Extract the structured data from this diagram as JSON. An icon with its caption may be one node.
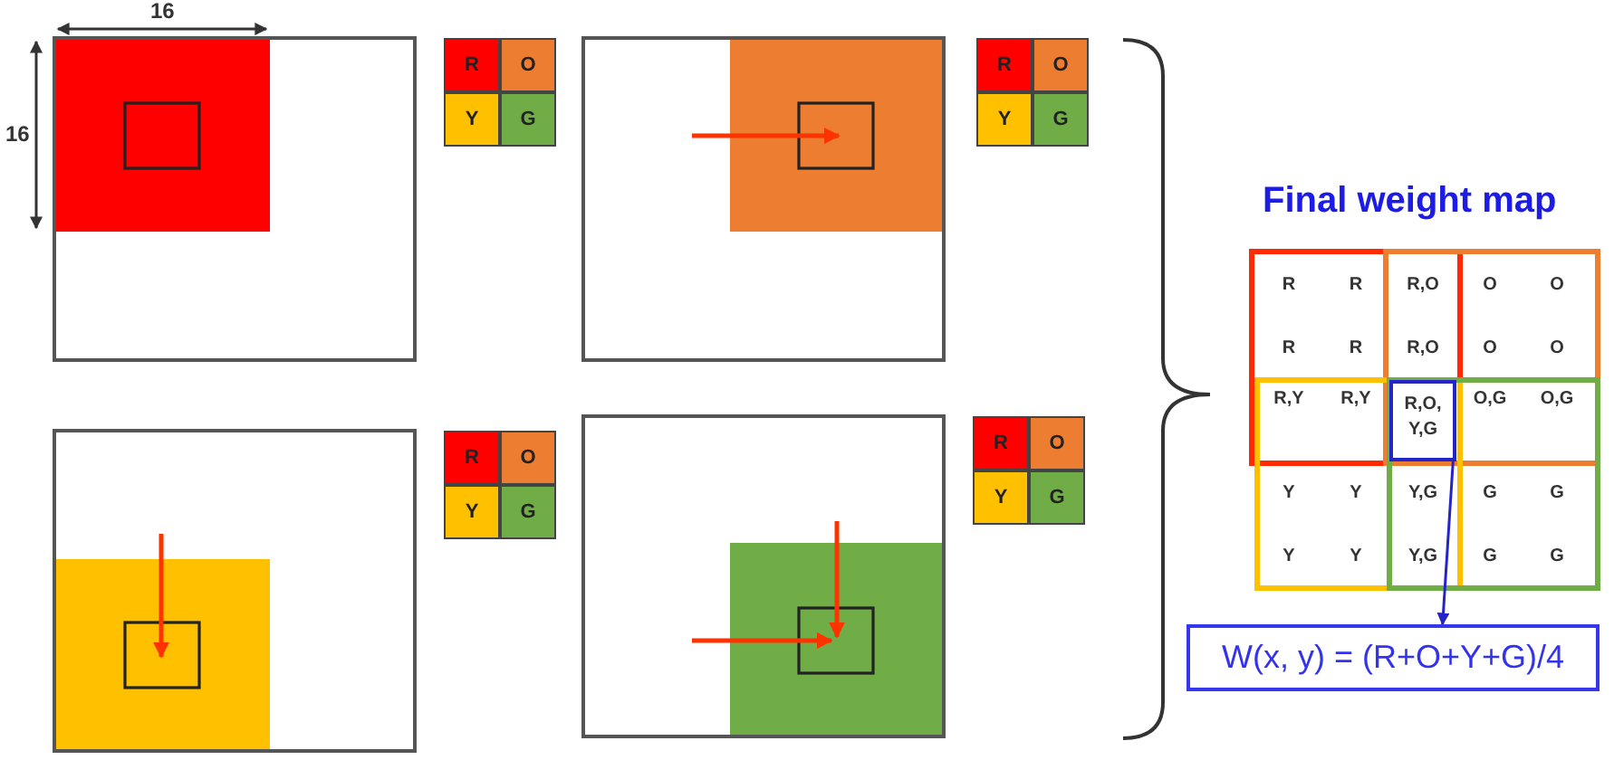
{
  "diagram": {
    "nodes": [
      {
        "text": [
          "R,O, Y,G"
        ]
      },
      {
        "text": [
          "W(x, y) = (R+O+Y+G)/4"
        ]
      }
    ],
    "edges": [
      {
        "from": 0,
        "to": 1,
        "arrow": "to"
      }
    ],
    "labels": [
      "16",
      "16",
      "R",
      "O",
      "Y",
      "G",
      "R",
      "O",
      "Y",
      "G",
      "R",
      "O",
      "Y",
      "G",
      "R",
      "O",
      "Y",
      "G",
      "Final weight map",
      "R",
      "R",
      "R,O",
      "O",
      "O",
      "R",
      "R",
      "R,O",
      "O",
      "O",
      "R,Y",
      "R,Y",
      "O,G",
      "O,G",
      "Y",
      "Y",
      "Y,G",
      "G",
      "G",
      "Y",
      "Y",
      "Y,G",
      "G",
      "G"
    ]
  }
}
